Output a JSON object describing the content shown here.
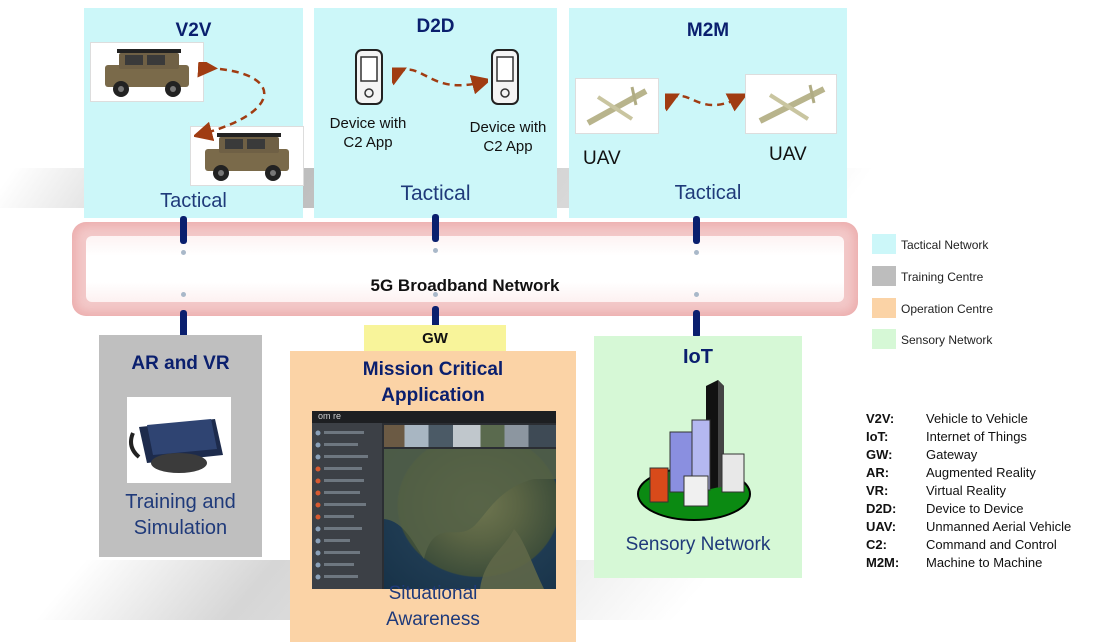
{
  "panels": {
    "v2v": {
      "title": "V2V",
      "footer": "Tactical"
    },
    "d2d": {
      "title": "D2D",
      "device_left": "Device with\nC2 App",
      "device_right": "Device with\nC2 App",
      "footer": "Tactical"
    },
    "m2m": {
      "title": "M2M",
      "uav_left": "UAV",
      "uav_right": "UAV",
      "footer": "Tactical"
    }
  },
  "broadband": {
    "label": "5G Broadband Network"
  },
  "gateway": {
    "label": "GW"
  },
  "ar_vr": {
    "title": "AR and VR",
    "footer_line1": "Training and",
    "footer_line2": "Simulation"
  },
  "mission": {
    "title_line1": "Mission Critical",
    "title_line2": "Application",
    "footer_line1": "Situational",
    "footer_line2": "Awareness",
    "app_logo": "om re"
  },
  "iot": {
    "title": "IoT",
    "footer": "Sensory Network"
  },
  "legend": [
    {
      "label": "Tactical Network",
      "color": "#ccf7f9"
    },
    {
      "label": "Training Centre",
      "color": "#bdbdbd"
    },
    {
      "label": "Operation Centre",
      "color": "#fbd3a6"
    },
    {
      "label": "Sensory Network",
      "color": "#d6f8d6"
    }
  ],
  "abbreviations": [
    {
      "key": "V2V:",
      "value": "Vehicle to Vehicle"
    },
    {
      "key": "IoT:",
      "value": "Internet of Things"
    },
    {
      "key": "GW:",
      "value": "Gateway"
    },
    {
      "key": "AR:",
      "value": "Augmented Reality"
    },
    {
      "key": "VR:",
      "value": "Virtual Reality"
    },
    {
      "key": "D2D:",
      "value": "Device to Device"
    },
    {
      "key": "UAV:",
      "value": "Unmanned Aerial Vehicle"
    },
    {
      "key": "C2:",
      "value": "Command and Control"
    },
    {
      "key": "M2M:",
      "value": "Machine to Machine"
    }
  ]
}
